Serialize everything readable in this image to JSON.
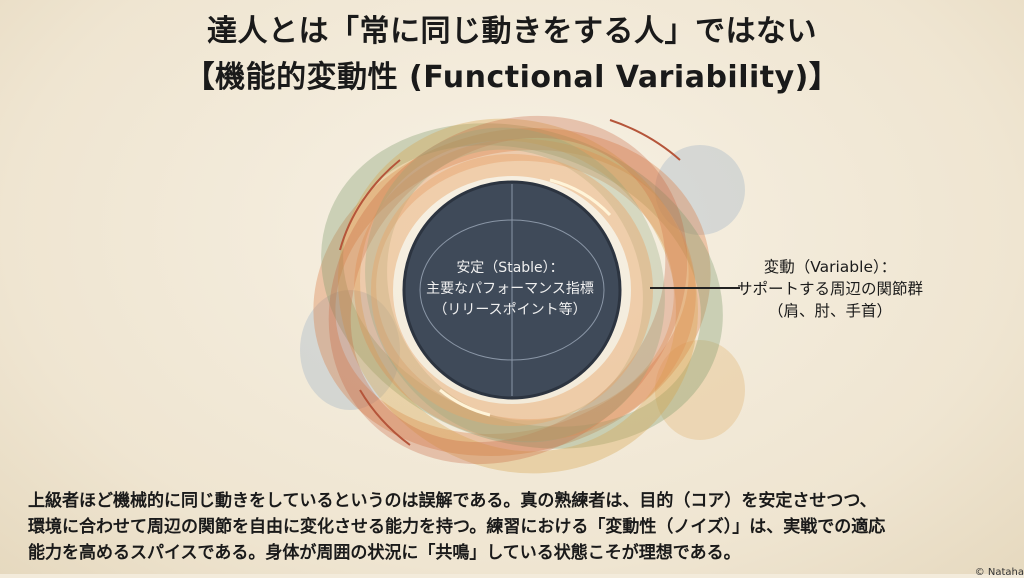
{
  "title": {
    "line1": "達人とは「常に同じ動きをする人」ではない",
    "line2": "【機能的変動性 (Functional Variability)】"
  },
  "diagram": {
    "stable": {
      "line1": "安定（Stable）：",
      "line2": "主要なパフォーマンス指標",
      "line3": "（リリースポイント等）"
    },
    "variable": {
      "line1": "変動（Variable）：",
      "line2": "サポートする周辺の関節群",
      "line3": "（肩、肘、手首）"
    },
    "colors": {
      "core": "#3f4a59",
      "orange": "#d9773f",
      "green": "#7f9a6e",
      "ochre": "#d8a24a",
      "blue": "#9fb3c6"
    }
  },
  "body": {
    "line1": "上級者ほど機械的に同じ動きをしているというのは誤解である。真の熟練者は、目的（コア）を安定させつつ、",
    "line2": "環境に合わせて周辺の関節を自由に変化させる能力を持つ。練習における「変動性（ノイズ）」は、実戦での適応",
    "line3": "能力を高めるスパイスである。身体が周囲の状況に「共鳴」している状態こそが理想である。"
  },
  "copyright": "© Nataha"
}
